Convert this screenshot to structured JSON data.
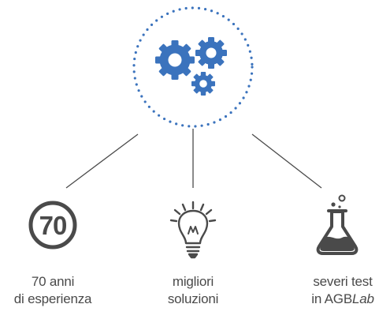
{
  "hub": {
    "icon": "gears-icon",
    "ring_style": "dotted-circle",
    "accent_color": "#3b73bd"
  },
  "icon_color": "#4a4a4a",
  "connector_color": "#4a4a4a",
  "features": [
    {
      "icon": "70-badge-icon",
      "badge_text": "70",
      "line1": "70 anni",
      "line2": "di esperienza"
    },
    {
      "icon": "lightbulb-icon",
      "line1": "migliori",
      "line2": "soluzioni"
    },
    {
      "icon": "flask-icon",
      "line1": "severi test",
      "line2_prefix": "in AGB",
      "line2_italic": "Lab"
    }
  ]
}
